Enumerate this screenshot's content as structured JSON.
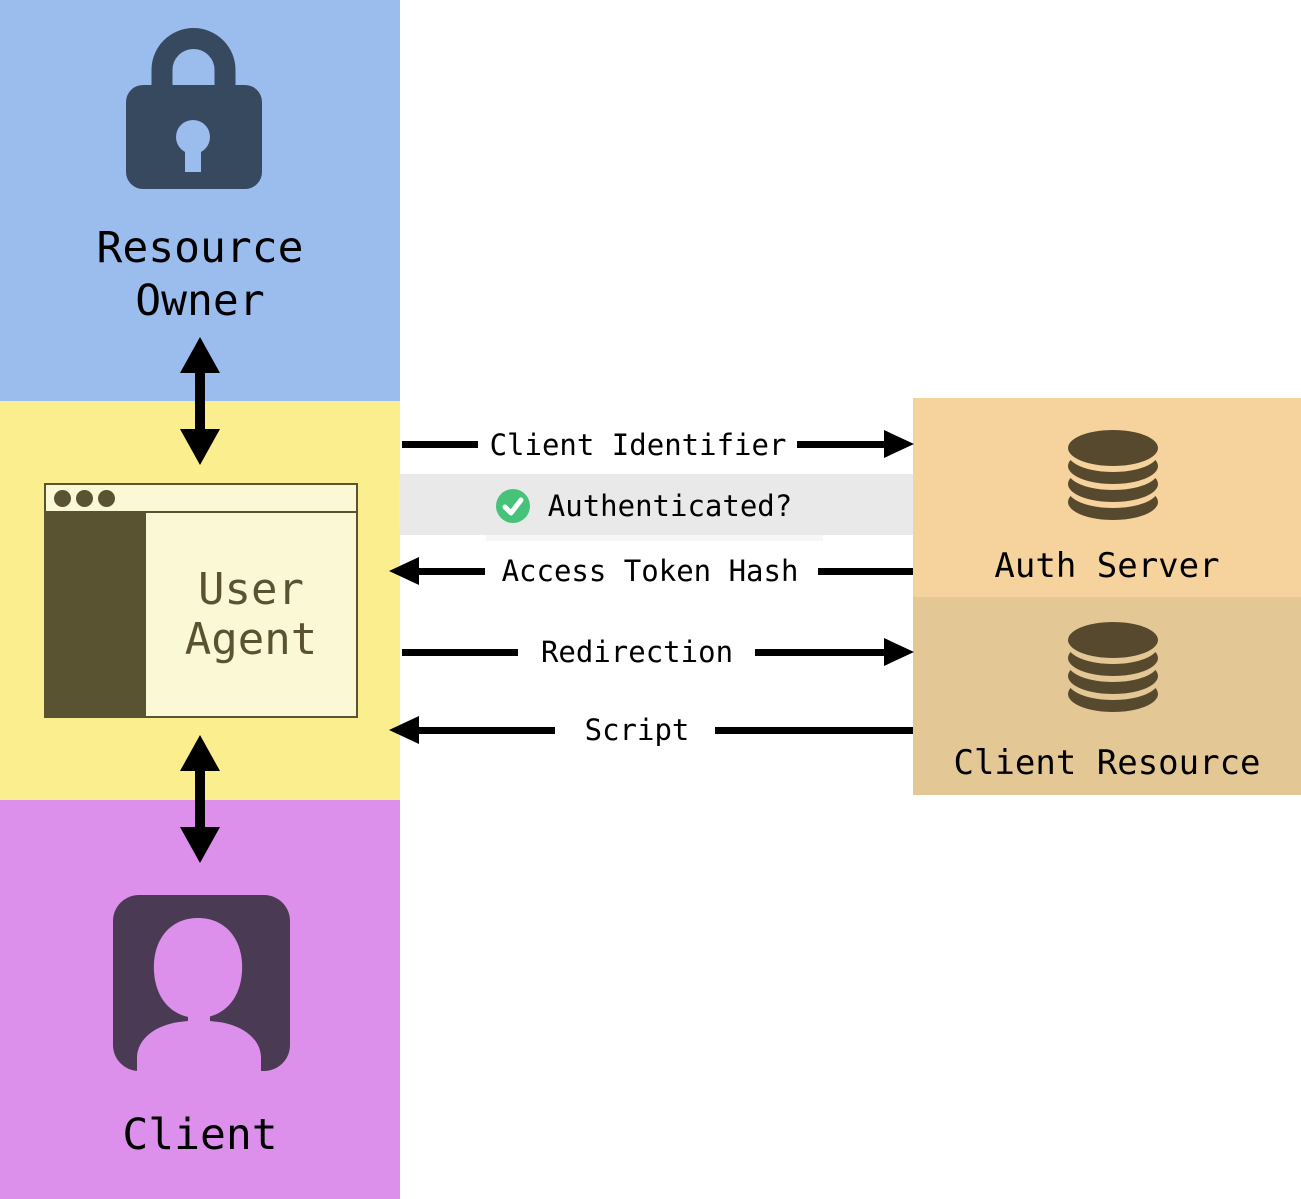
{
  "lanes": {
    "resource_owner": {
      "lines": [
        "Resource",
        "Owner"
      ],
      "icon": "lock"
    },
    "user_agent": {
      "lines": [
        "User",
        "Agent"
      ],
      "icon": "browser-window"
    },
    "client": {
      "label": "Client",
      "icon": "person"
    }
  },
  "servers": {
    "auth_server": {
      "label": "Auth Server",
      "icon": "database"
    },
    "client_resource": {
      "label": "Client Resource",
      "icon": "database"
    }
  },
  "messages": {
    "client_identifier": {
      "label": "Client Identifier",
      "direction": "right",
      "from": "user_agent",
      "to": "auth_server"
    },
    "authenticated": {
      "label": "Authenticated?",
      "icon": "check-circle",
      "status": "success"
    },
    "access_token_hash": {
      "label": "Access Token Hash",
      "direction": "left",
      "from": "auth_server",
      "to": "user_agent"
    },
    "redirection": {
      "label": "Redirection",
      "direction": "right",
      "from": "user_agent",
      "to": "client_resource"
    },
    "script": {
      "label": "Script",
      "direction": "left",
      "from": "client_resource",
      "to": "user_agent"
    }
  },
  "links": {
    "resource_owner_user_agent": {
      "type": "bidirectional"
    },
    "user_agent_client": {
      "type": "bidirectional"
    }
  },
  "palette": {
    "blue": "#9abdee",
    "yellow": "#faee8e",
    "purple": "#dc90ec",
    "orange": "#f6d29d",
    "tan": "#e3c795",
    "slate": "#36495f",
    "olive": "#5a5331",
    "cream": "#fbf8d5",
    "darkpurple": "#4a3a54",
    "brown": "#57492e",
    "grayband": "#e9e9e9",
    "green": "#46c279"
  }
}
